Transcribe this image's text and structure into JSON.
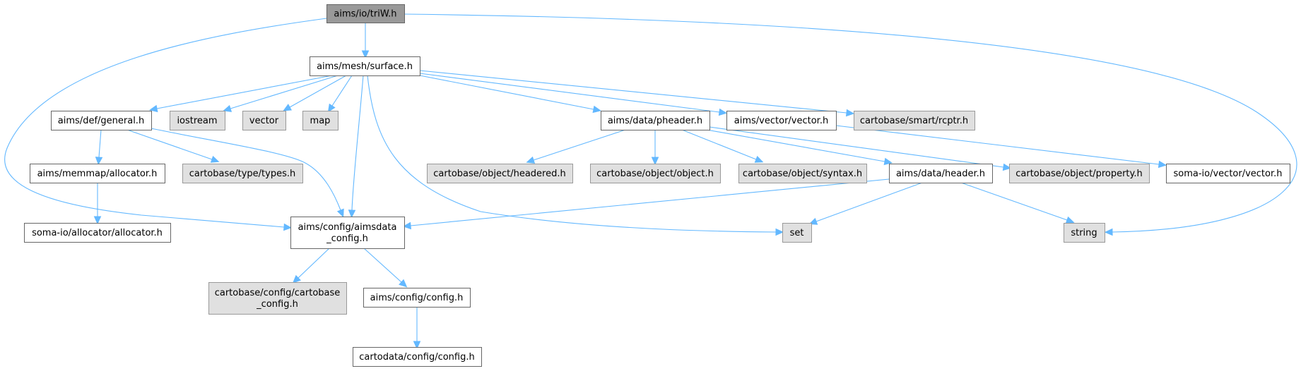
{
  "title": "Include dependency graph for aims/io/triW.h",
  "colors": {
    "edge": "#63b8ff",
    "focus_fill": "#999999",
    "local_fill": "#ffffff",
    "external_fill": "#e0e0e0",
    "border": "#666666"
  },
  "nodes": [
    {
      "id": "triW",
      "label": [
        "aims/io/triW.h"
      ],
      "kind": "focus"
    },
    {
      "id": "surface",
      "label": [
        "aims/mesh/surface.h"
      ],
      "kind": "local"
    },
    {
      "id": "general",
      "label": [
        "aims/def/general.h"
      ],
      "kind": "local"
    },
    {
      "id": "iostream",
      "label": [
        "iostream"
      ],
      "kind": "external"
    },
    {
      "id": "vector_std",
      "label": [
        "vector"
      ],
      "kind": "external"
    },
    {
      "id": "map",
      "label": [
        "map"
      ],
      "kind": "external"
    },
    {
      "id": "pheader",
      "label": [
        "aims/data/pheader.h"
      ],
      "kind": "local"
    },
    {
      "id": "aims_vector",
      "label": [
        "aims/vector/vector.h"
      ],
      "kind": "local"
    },
    {
      "id": "rcptr",
      "label": [
        "cartobase/smart/rcptr.h"
      ],
      "kind": "external"
    },
    {
      "id": "memmap_alloc",
      "label": [
        "aims/memmap/allocator.h"
      ],
      "kind": "local"
    },
    {
      "id": "types",
      "label": [
        "cartobase/type/types.h"
      ],
      "kind": "external"
    },
    {
      "id": "headered",
      "label": [
        "cartobase/object/headered.h"
      ],
      "kind": "external"
    },
    {
      "id": "object",
      "label": [
        "cartobase/object/object.h"
      ],
      "kind": "external"
    },
    {
      "id": "syntax",
      "label": [
        "cartobase/object/syntax.h"
      ],
      "kind": "external"
    },
    {
      "id": "header",
      "label": [
        "aims/data/header.h"
      ],
      "kind": "local"
    },
    {
      "id": "property",
      "label": [
        "cartobase/object/property.h"
      ],
      "kind": "external"
    },
    {
      "id": "soma_vector",
      "label": [
        "soma-io/vector/vector.h"
      ],
      "kind": "local"
    },
    {
      "id": "aimsdata_config",
      "label": [
        "aims/config/aimsdata",
        "_config.h"
      ],
      "kind": "local"
    },
    {
      "id": "soma_alloc",
      "label": [
        "soma-io/allocator/allocator.h"
      ],
      "kind": "local"
    },
    {
      "id": "set",
      "label": [
        "set"
      ],
      "kind": "external"
    },
    {
      "id": "string",
      "label": [
        "string"
      ],
      "kind": "external"
    },
    {
      "id": "cartobase_config",
      "label": [
        "cartobase/config/cartobase",
        "_config.h"
      ],
      "kind": "external"
    },
    {
      "id": "aims_config",
      "label": [
        "aims/config/config.h"
      ],
      "kind": "local"
    },
    {
      "id": "cartodata_config",
      "label": [
        "cartodata/config/config.h"
      ],
      "kind": "local"
    }
  ],
  "edges": [
    {
      "from": "triW",
      "to": "surface"
    },
    {
      "from": "triW",
      "to": "aimsdata_config"
    },
    {
      "from": "triW",
      "to": "string"
    },
    {
      "from": "surface",
      "to": "general"
    },
    {
      "from": "surface",
      "to": "iostream"
    },
    {
      "from": "surface",
      "to": "vector_std"
    },
    {
      "from": "surface",
      "to": "map"
    },
    {
      "from": "surface",
      "to": "aimsdata_config"
    },
    {
      "from": "surface",
      "to": "set"
    },
    {
      "from": "surface",
      "to": "pheader"
    },
    {
      "from": "surface",
      "to": "aims_vector"
    },
    {
      "from": "surface",
      "to": "rcptr"
    },
    {
      "from": "general",
      "to": "memmap_alloc"
    },
    {
      "from": "general",
      "to": "types"
    },
    {
      "from": "general",
      "to": "aimsdata_config"
    },
    {
      "from": "memmap_alloc",
      "to": "soma_alloc"
    },
    {
      "from": "pheader",
      "to": "headered"
    },
    {
      "from": "pheader",
      "to": "object"
    },
    {
      "from": "pheader",
      "to": "syntax"
    },
    {
      "from": "pheader",
      "to": "header"
    },
    {
      "from": "pheader",
      "to": "property"
    },
    {
      "from": "aims_vector",
      "to": "soma_vector"
    },
    {
      "from": "header",
      "to": "aimsdata_config"
    },
    {
      "from": "header",
      "to": "set"
    },
    {
      "from": "header",
      "to": "string"
    },
    {
      "from": "aimsdata_config",
      "to": "cartobase_config"
    },
    {
      "from": "aimsdata_config",
      "to": "aims_config"
    },
    {
      "from": "aims_config",
      "to": "cartodata_config"
    }
  ]
}
